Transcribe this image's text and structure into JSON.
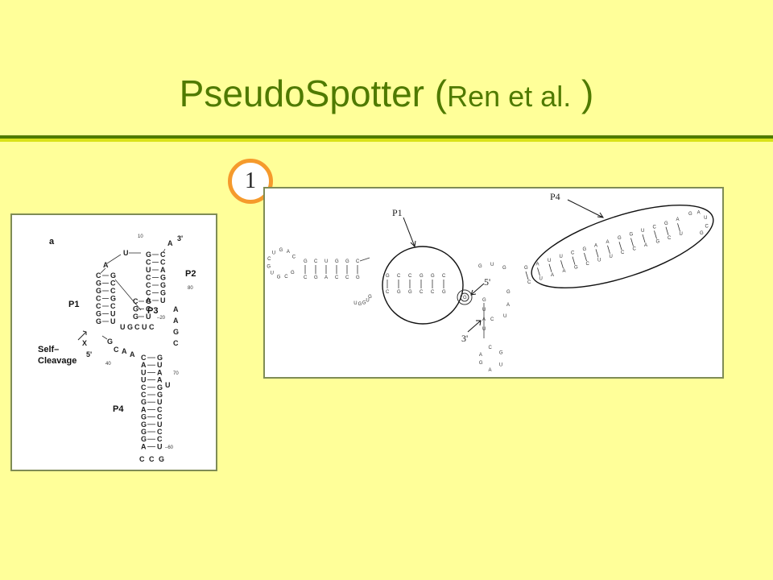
{
  "title": {
    "main": "PseudoSpotter",
    "open_paren": "(",
    "authors": "Ren et al.",
    "close_paren": ")"
  },
  "badge": {
    "number": "1"
  },
  "left_diagram": {
    "panel_letter": "a",
    "labels": {
      "p1": "P1",
      "p2": "P2",
      "p3": "P3",
      "p4": "P4"
    },
    "self_cleavage": [
      "Self–",
      "Cleavage"
    ],
    "markers": {
      "n10": "10",
      "three_prime": "3'",
      "n80": "80",
      "n20": "–20",
      "five_prime": "5'",
      "x": "X",
      "n40": "40",
      "n70": "70",
      "n60": "–60"
    },
    "top_loop": [
      "A",
      "U"
    ],
    "p2_left": [
      "G",
      "C",
      "U",
      "C",
      "C",
      "C",
      "A"
    ],
    "p2_right": [
      "C",
      "C",
      "A",
      "G",
      "G",
      "G",
      "U"
    ],
    "p2_tail": [
      "A",
      "3'"
    ],
    "p1_left": [
      "C",
      "G",
      "G",
      "C",
      "C",
      "G",
      "G"
    ],
    "p1_right": [
      "G",
      "C",
      "C",
      "G",
      "C",
      "U",
      "U"
    ],
    "p3_left": [
      "C",
      "G",
      "G"
    ],
    "p3_right": [
      "G",
      "C",
      "U"
    ],
    "p3_loop": [
      "A",
      "A",
      "G",
      "C"
    ],
    "mid_chain": [
      "U",
      "G",
      "C",
      "U",
      "C"
    ],
    "junction": [
      "G",
      "C",
      "A",
      "A"
    ],
    "p4_left": [
      "C",
      "A",
      "U",
      "U",
      "C",
      "C",
      "G",
      "A",
      "G",
      "G",
      "G",
      "G",
      "A"
    ],
    "p4_right": [
      "G",
      "U",
      "A",
      "A",
      "G",
      "G",
      "U",
      "C",
      "C",
      "U",
      "C",
      "C",
      "U"
    ],
    "p4_loop": [
      "C",
      "C",
      "G"
    ],
    "p4_bulge": [
      "U"
    ]
  },
  "right_diagram": {
    "labels": {
      "p1": "P1",
      "p4": "P4",
      "five_prime": "5'",
      "three_prime": "3'"
    },
    "left_loop": [
      "G",
      "C",
      "G",
      "U",
      "G",
      "C",
      "U",
      "G",
      "A",
      "C"
    ],
    "left_stem_top": [
      "G",
      "C",
      "U",
      "G",
      "G",
      "C"
    ],
    "left_stem_bottom": [
      "C",
      "G",
      "A",
      "C",
      "C",
      "G"
    ],
    "left_tail": [
      "U",
      "G",
      "G",
      "U",
      "G"
    ],
    "p1_top": [
      "G",
      "C",
      "C",
      "G",
      "G",
      "C"
    ],
    "p1_bottom": [
      "C",
      "G",
      "G",
      "C",
      "C",
      "G"
    ],
    "center": [
      "G",
      "U",
      "G",
      "G",
      "A",
      "U",
      "C"
    ],
    "p4_top": [
      "G",
      "A",
      "U",
      "U",
      "C",
      "G",
      "A",
      "A",
      "G",
      "G",
      "U",
      "C",
      "G",
      "A"
    ],
    "p4_bottom": [
      "C",
      "U",
      "A",
      "A",
      "G",
      "C",
      "U",
      "U",
      "C",
      "C",
      "A",
      "G",
      "C",
      "U"
    ],
    "p4_loop": [
      "G",
      "A",
      "U",
      "C",
      "G"
    ],
    "bottom_stem": [
      "G",
      "U",
      "A",
      "U"
    ],
    "bottom_loop": [
      "A",
      "C",
      "G",
      "U",
      "A",
      "G"
    ],
    "five_prime_nuc": "G"
  },
  "colors": {
    "background": "#FFFF99",
    "title": "#4F7A00",
    "divider_dark": "#4F7A00",
    "divider_light": "#D9E21A",
    "badge_ring": "#F59A2C"
  }
}
